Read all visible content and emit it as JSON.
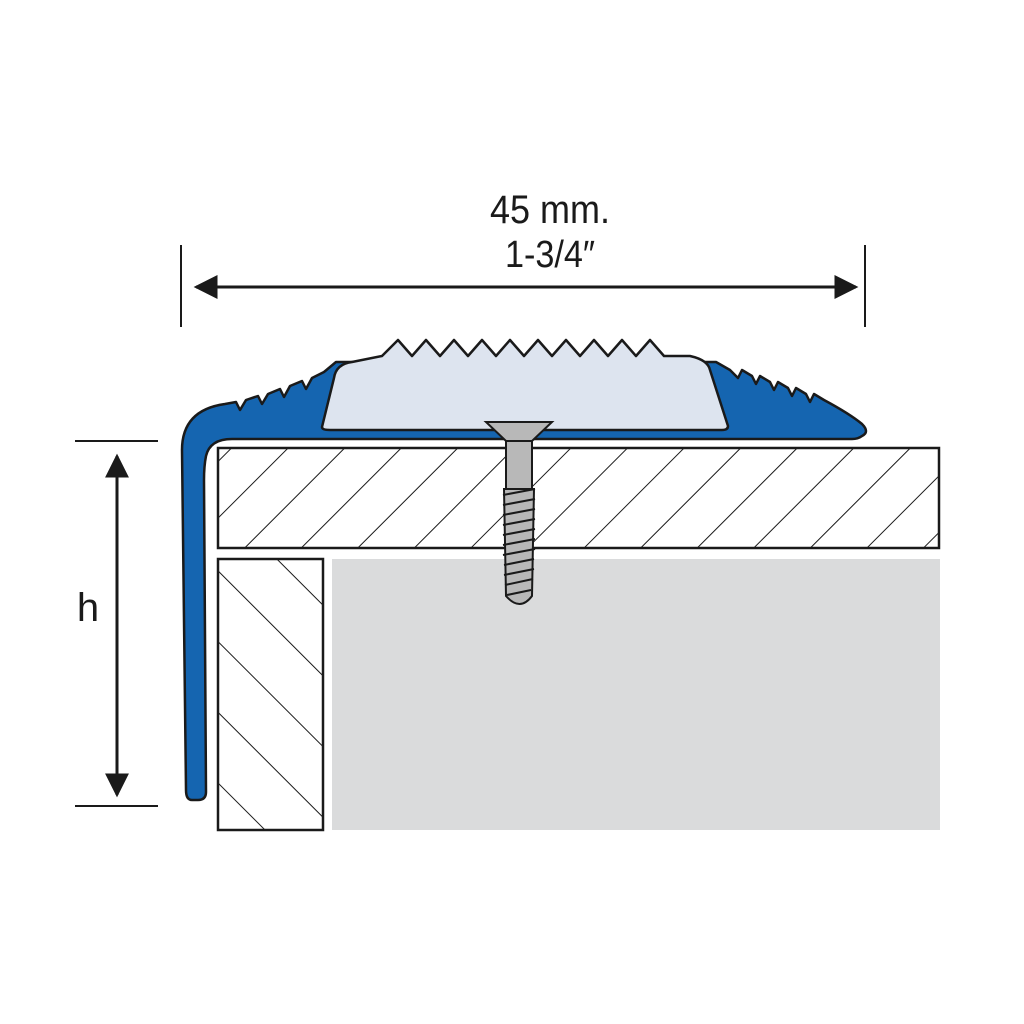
{
  "dimensions": {
    "width_mm": "45 mm.",
    "width_in": "1-3/4″",
    "height_label": "h"
  },
  "colors": {
    "profile_blue": "#1565b0",
    "insert_fill": "#dde4ef",
    "subfloor_grey": "#dadbdc",
    "screw_grey": "#b8b8b8",
    "line": "#1a1a1a"
  },
  "parts": {
    "profile": "blue-stair-nosing-profile",
    "insert": "anti-slip-insert",
    "screw": "countersunk-screw",
    "tread": "hatched-tread-board",
    "riser": "hatched-riser-board",
    "substrate": "grey-substrate"
  }
}
